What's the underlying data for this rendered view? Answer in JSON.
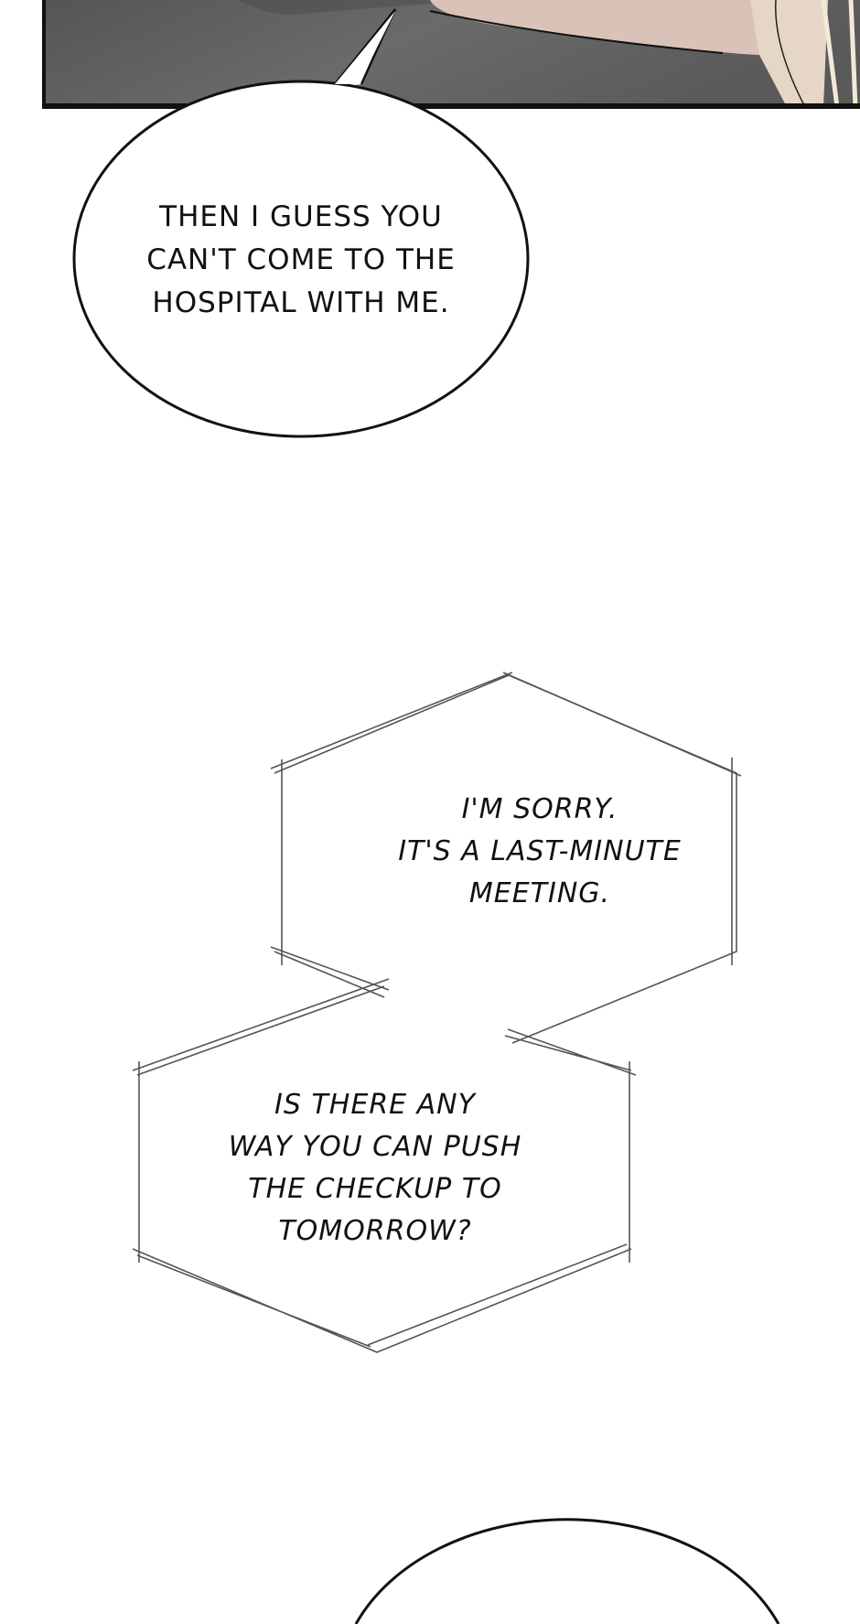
{
  "bubbles": {
    "speech_1": {
      "lines": [
        "THEN I GUESS YOU",
        "CAN'T COME TO THE",
        "HOSPITAL WITH ME."
      ]
    },
    "thought_1": {
      "lines": [
        "I'M SORRY.",
        "IT'S A LAST-MINUTE",
        "MEETING."
      ]
    },
    "thought_2": {
      "lines": [
        "IS THERE ANY",
        "WAY YOU CAN PUSH",
        "THE CHECKUP TO",
        "TOMORROW?"
      ]
    }
  }
}
